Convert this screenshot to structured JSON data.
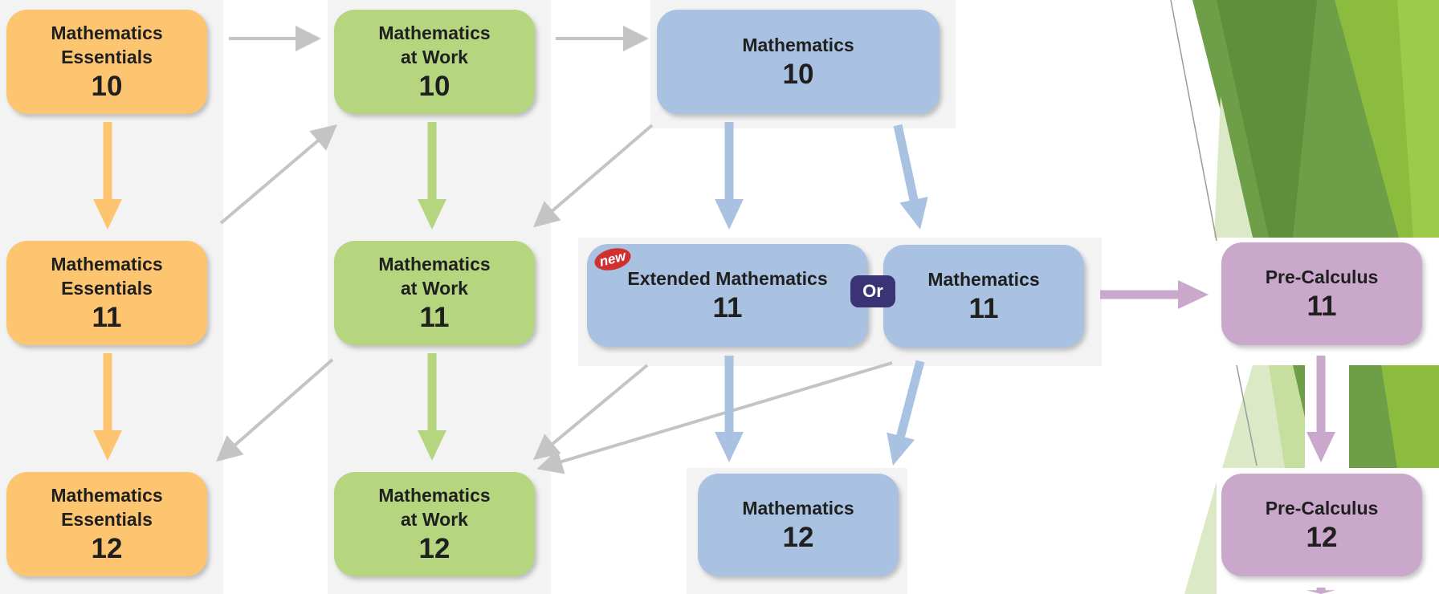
{
  "boxes": [
    {
      "id": "me10",
      "name": "Mathematics\nEssentials",
      "grade": "10",
      "color": "orange"
    },
    {
      "id": "mw10",
      "name": "Mathematics\nat Work",
      "grade": "10",
      "color": "green"
    },
    {
      "id": "m10",
      "name": "Mathematics",
      "grade": "10",
      "color": "blue"
    },
    {
      "id": "me11",
      "name": "Mathematics\nEssentials",
      "grade": "11",
      "color": "orange"
    },
    {
      "id": "mw11",
      "name": "Mathematics\nat Work",
      "grade": "11",
      "color": "green"
    },
    {
      "id": "em11",
      "name": "Extended Mathematics",
      "grade": "11",
      "color": "blue"
    },
    {
      "id": "m11",
      "name": "Mathematics",
      "grade": "11",
      "color": "blue"
    },
    {
      "id": "pc11",
      "name": "Pre-Calculus",
      "grade": "11",
      "color": "purple"
    },
    {
      "id": "me12",
      "name": "Mathematics\nEssentials",
      "grade": "12",
      "color": "orange"
    },
    {
      "id": "mw12",
      "name": "Mathematics\nat Work",
      "grade": "12",
      "color": "green"
    },
    {
      "id": "m12",
      "name": "Mathematics",
      "grade": "12",
      "color": "blue"
    },
    {
      "id": "pc12",
      "name": "Pre-Calculus",
      "grade": "12",
      "color": "purple"
    }
  ],
  "badges": {
    "new": "new",
    "or": "Or"
  },
  "colors": {
    "orange": "#fdc570",
    "green": "#b6d57f",
    "blue": "#a9c2e2",
    "purple": "#c9a8cc",
    "arrow_gray": "#c4c4c4",
    "arrow_orange": "#fdc570",
    "arrow_green": "#b6d57f",
    "arrow_blue": "#a9c2e2",
    "arrow_purple": "#c9a8cc",
    "or_badge": "#3a3476",
    "new_badge": "#d03030"
  },
  "arrows": [
    {
      "from": "me10",
      "to": "mw10",
      "color": "gray",
      "kind": "progression"
    },
    {
      "from": "mw10",
      "to": "m10",
      "color": "gray",
      "kind": "progression"
    },
    {
      "from": "me10",
      "to": "me11",
      "color": "orange",
      "kind": "next-grade"
    },
    {
      "from": "me11",
      "to": "mw10",
      "color": "gray",
      "kind": "transfer"
    },
    {
      "from": "mw10",
      "to": "mw11",
      "color": "green",
      "kind": "next-grade"
    },
    {
      "from": "m10",
      "to": "mw11",
      "color": "gray",
      "kind": "transfer"
    },
    {
      "from": "m10",
      "to": "em11",
      "color": "blue",
      "kind": "next-grade"
    },
    {
      "from": "m10",
      "to": "m11",
      "color": "blue",
      "kind": "next-grade"
    },
    {
      "from": "me11",
      "to": "me12",
      "color": "orange",
      "kind": "next-grade"
    },
    {
      "from": "mw11",
      "to": "me12",
      "color": "gray",
      "kind": "transfer"
    },
    {
      "from": "mw11",
      "to": "mw12",
      "color": "green",
      "kind": "next-grade"
    },
    {
      "from": "em11",
      "to": "mw12",
      "color": "gray",
      "kind": "transfer"
    },
    {
      "from": "m11",
      "to": "mw12",
      "color": "gray",
      "kind": "transfer"
    },
    {
      "from": "em11",
      "to": "m12",
      "color": "blue",
      "kind": "next-grade"
    },
    {
      "from": "m11",
      "to": "m12",
      "color": "blue",
      "kind": "next-grade"
    },
    {
      "from": "m11",
      "to": "pc11",
      "color": "purple",
      "kind": "progression"
    },
    {
      "from": "pc11",
      "to": "pc12",
      "color": "purple",
      "kind": "next-grade"
    },
    {
      "from": "pc12",
      "to": "below",
      "color": "purple",
      "kind": "next-grade"
    }
  ]
}
